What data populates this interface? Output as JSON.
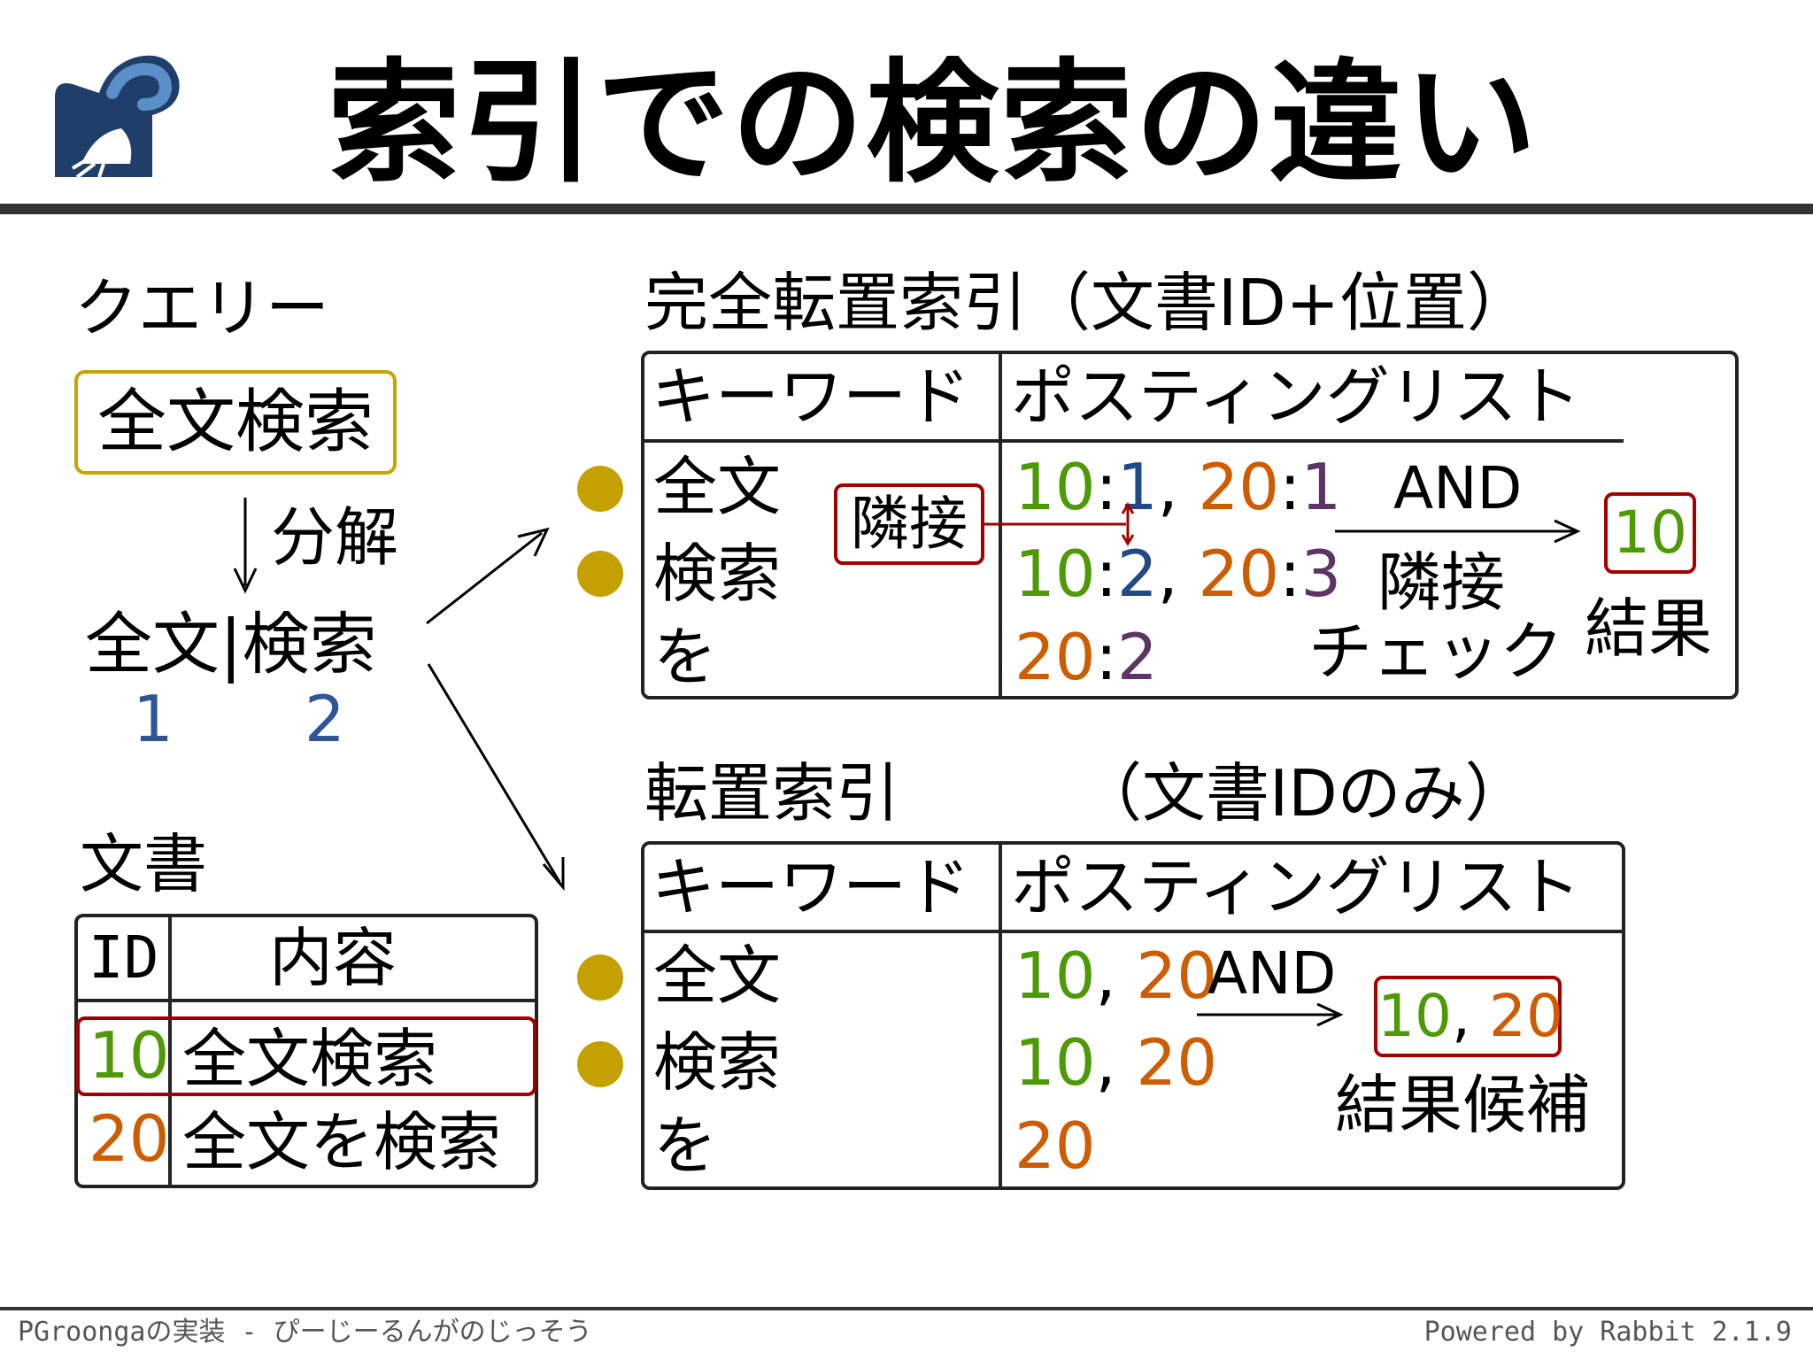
{
  "slide": {
    "title": "索引での検索の違い",
    "footer_left": "PGroongaの実装 - ぴーじーるんがのじっそう",
    "footer_right": "Powered by Rabbit 2.1.9"
  },
  "query": {
    "label": "クエリー",
    "text": "全文検索",
    "split_label": "分解",
    "tokens": "全文|検索",
    "positions": [
      "1",
      "2"
    ]
  },
  "documents": {
    "label": "文書",
    "headers": [
      "ID",
      "内容"
    ],
    "rows": [
      {
        "id": "10",
        "content": "全文検索"
      },
      {
        "id": "20",
        "content": "全文を検索"
      }
    ]
  },
  "full_index": {
    "title": "完全転置索引（文書ID+位置）",
    "headers": [
      "キーワード",
      "ポスティングリスト"
    ],
    "keywords": [
      "全文",
      "検索",
      "を"
    ],
    "adjacent_label": "隣接",
    "postings": [
      {
        "a_id": "10",
        "a_pos": "1",
        "b_id": "20",
        "b_pos": "1"
      },
      {
        "a_id": "10",
        "a_pos": "2",
        "b_id": "20",
        "b_pos": "3"
      },
      {
        "a_id": "20",
        "a_pos": "2"
      }
    ],
    "op": "AND",
    "check_label_1": "隣接",
    "check_label_2": "チェック",
    "result": "10",
    "result_label": "結果"
  },
  "plain_index": {
    "title_1": "転置索引",
    "title_2": "（文書IDのみ）",
    "headers": [
      "キーワード",
      "ポスティングリスト"
    ],
    "keywords": [
      "全文",
      "検索",
      "を"
    ],
    "postings": [
      {
        "a": "10",
        "b": "20"
      },
      {
        "a": "10",
        "b": "20"
      },
      {
        "a": "20"
      }
    ],
    "op": "AND",
    "result_a": "10",
    "result_b": "20",
    "result_label": "結果候補"
  },
  "colors": {
    "accent_gold": "#c4a000",
    "highlight_red": "#a40000",
    "id_green": "#4e9a06",
    "id_orange": "#ce5c00",
    "pos_blue": "#204a87",
    "pos_purple": "#5c3566"
  }
}
